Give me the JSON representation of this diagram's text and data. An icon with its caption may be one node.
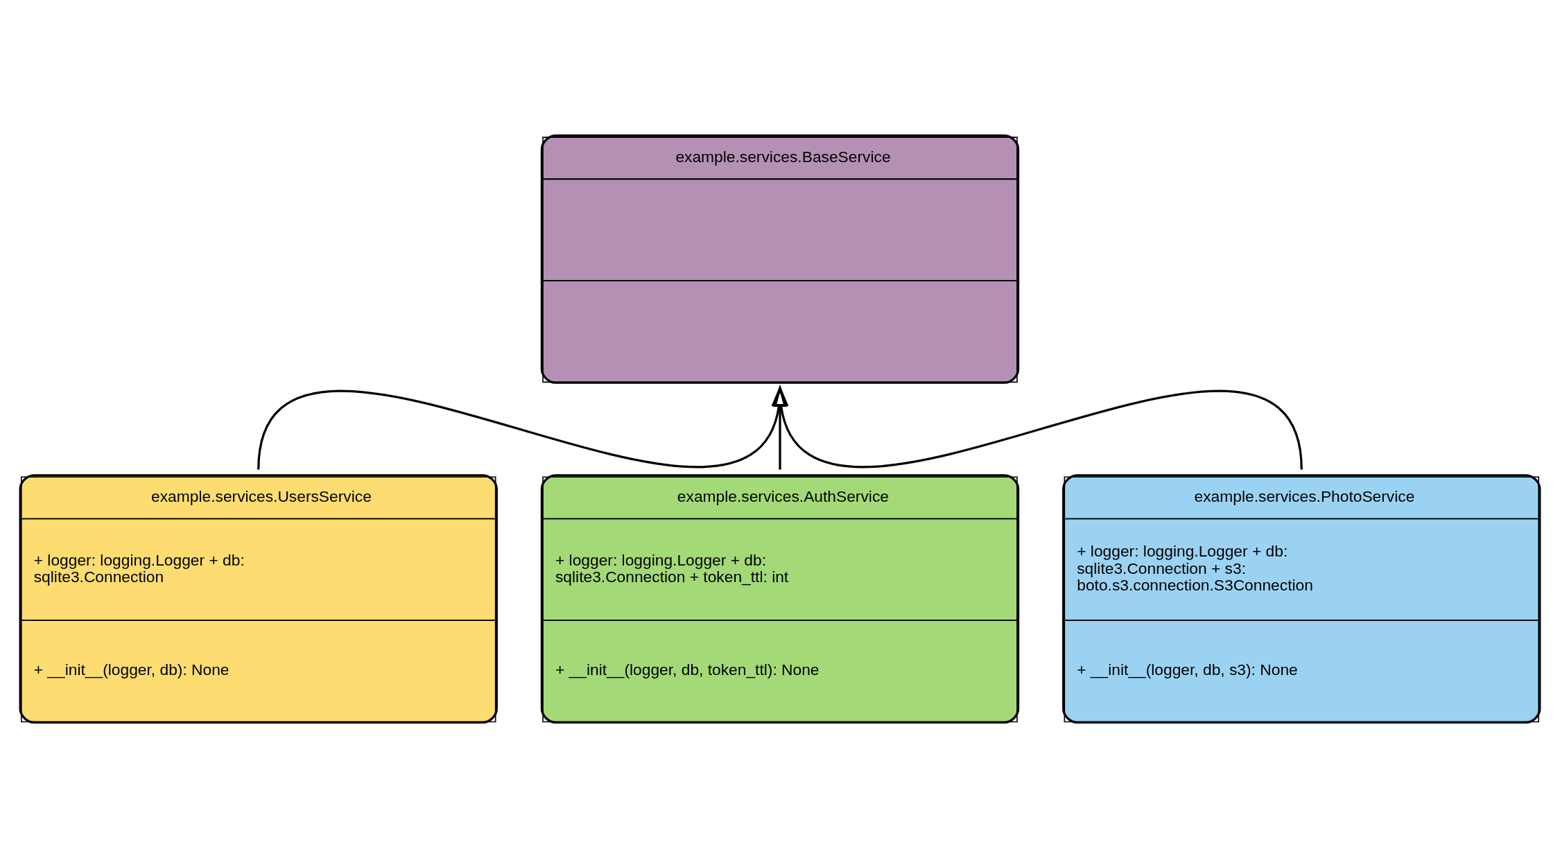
{
  "diagram": {
    "nodes": [
      {
        "text": [
          "example.services.BaseService"
        ]
      },
      {
        "text": [
          "example.services.UsersService",
          "+ logger: logging.Logger + db: sqlite3.Connection",
          "+ __init__(logger, db): None"
        ]
      },
      {
        "text": [
          "example.services.AuthService",
          "+ logger: logging.Logger + db: sqlite3.Connection + token_ttl: int",
          "+ __init__(logger, db, token_ttl): None"
        ]
      },
      {
        "text": [
          "example.services.PhotoService",
          "+ logger: logging.Logger + db: sqlite3.Connection + s3: boto.s3.connection.S3Connection",
          "+ __init__(logger, db, s3): None"
        ]
      }
    ],
    "edges": [
      {
        "from": 1,
        "to": 0,
        "arrow": "to"
      },
      {
        "from": 2,
        "to": 0,
        "arrow": "to"
      },
      {
        "from": 3,
        "to": 0,
        "arrow": "to"
      }
    ]
  }
}
